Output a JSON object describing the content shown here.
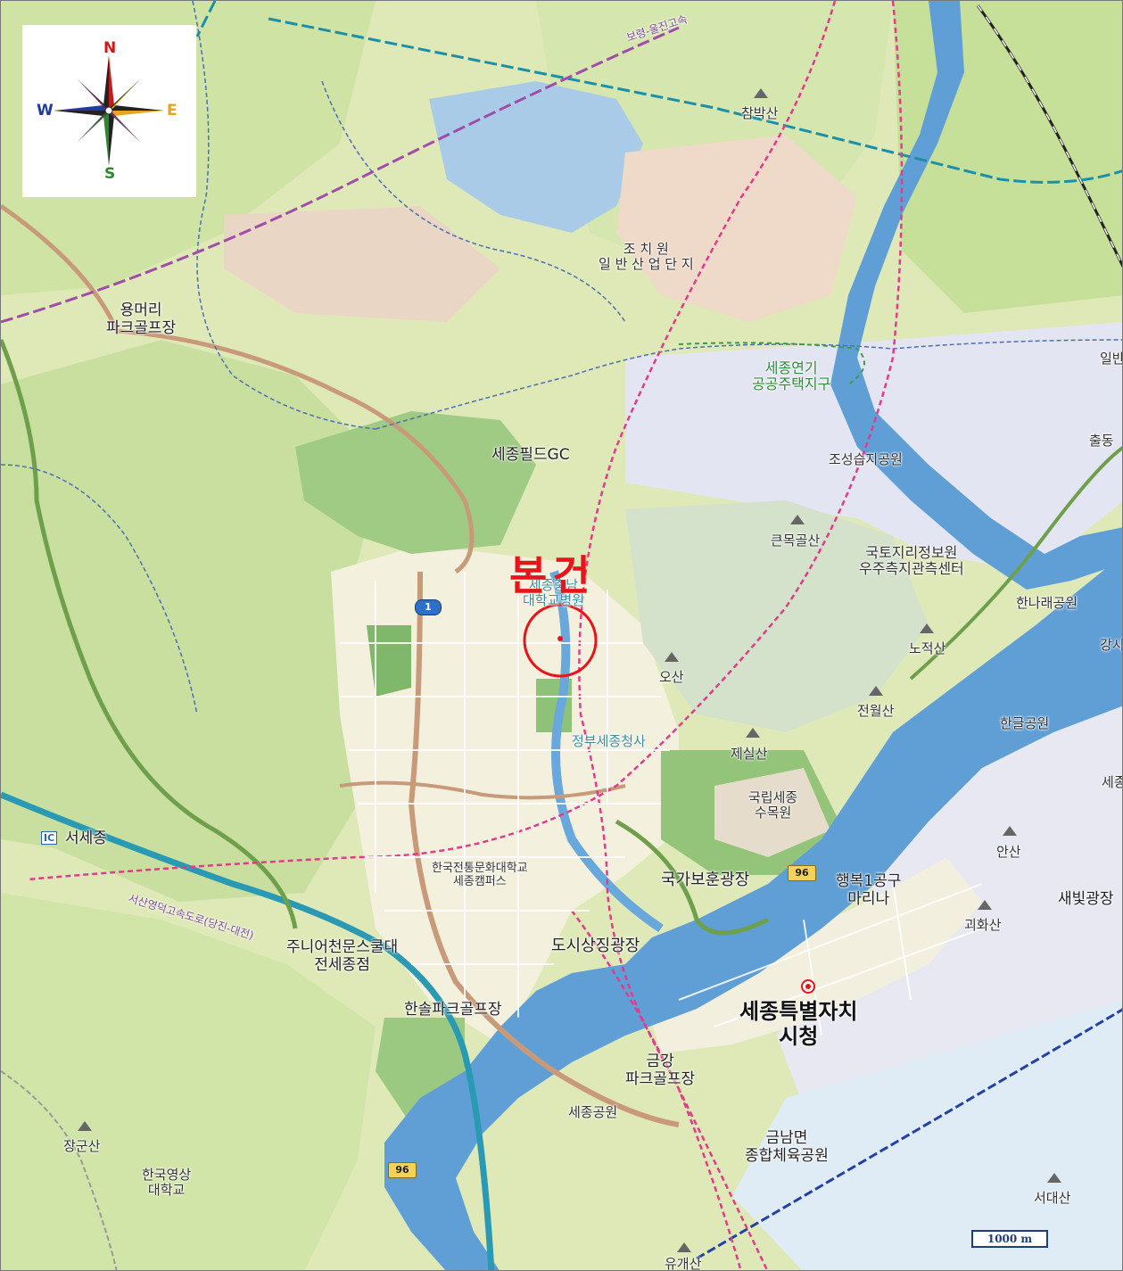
{
  "compass": {
    "north": "N",
    "south": "S",
    "east": "E",
    "west": "W"
  },
  "scale_bar": "1000 m",
  "target": {
    "label": "본건"
  },
  "labels": [
    {
      "id": "mt-chambaksan",
      "text": "참박산",
      "style": ""
    },
    {
      "id": "jochiwon-industrial",
      "text": "조 치 원\n일 반 산 업 단 지",
      "style": ""
    },
    {
      "id": "yongmeori-golf",
      "text": "용머리\n파크골프장",
      "style": "mid"
    },
    {
      "id": "sejong-yeongi-district",
      "text": "세종연기\n공공주택지구",
      "style": "green"
    },
    {
      "id": "sejong-field-gc",
      "text": "세종필드GC",
      "style": "mid"
    },
    {
      "id": "joseong-wetland",
      "text": "조성습지공원",
      "style": ""
    },
    {
      "id": "mt-keunmokgol",
      "text": "큰목골산",
      "style": ""
    },
    {
      "id": "ngii-center",
      "text": "국토지리정보원\n우주측지관측센터",
      "style": ""
    },
    {
      "id": "hanarae-park",
      "text": "한나래공원",
      "style": ""
    },
    {
      "id": "sejong-univ-hospital",
      "text": "세종충남\n대학교병원",
      "style": "teal"
    },
    {
      "id": "mt-osan",
      "text": "오산",
      "style": ""
    },
    {
      "id": "mt-nojeok",
      "text": "노적산",
      "style": ""
    },
    {
      "id": "mt-jeonwol",
      "text": "전월산",
      "style": ""
    },
    {
      "id": "hangeul-park",
      "text": "한글공원",
      "style": ""
    },
    {
      "id": "gov-complex",
      "text": "정부세종청사",
      "style": "teal"
    },
    {
      "id": "mt-jesil",
      "text": "제실산",
      "style": ""
    },
    {
      "id": "arboretum",
      "text": "국립세종\n수목원",
      "style": ""
    },
    {
      "id": "ic-seosejong",
      "text": "서세종",
      "style": "mid"
    },
    {
      "id": "kaas-univ",
      "text": "한국전통문화대학교\n세종캠퍼스",
      "style": ""
    },
    {
      "id": "veterans-plaza",
      "text": "국가보훈광장",
      "style": "mid"
    },
    {
      "id": "marina",
      "text": "행복1공구\n마리나",
      "style": "mid"
    },
    {
      "id": "mt-an",
      "text": "안산",
      "style": ""
    },
    {
      "id": "saebit-plaza",
      "text": "새빛광장",
      "style": "mid"
    },
    {
      "id": "expressway",
      "text": "서산영덕고속도로(당진-대전)",
      "style": "road"
    },
    {
      "id": "junior-astronomy",
      "text": "주니어천문스쿨대\n전세종점",
      "style": "mid"
    },
    {
      "id": "city-symbol-plaza",
      "text": "도시상징광장",
      "style": "mid"
    },
    {
      "id": "mt-goehwa",
      "text": "괴화산",
      "style": ""
    },
    {
      "id": "hansol-golf",
      "text": "한솔파크골프장",
      "style": "mid"
    },
    {
      "id": "city-hall",
      "text": "세종특별자치\n시청",
      "style": "big"
    },
    {
      "id": "geumgang-golf",
      "text": "금강\n파크골프장",
      "style": "mid"
    },
    {
      "id": "sejong-park",
      "text": "세종공원",
      "style": ""
    },
    {
      "id": "geumnam-sports-park",
      "text": "금남면\n종합체육공원",
      "style": "mid"
    },
    {
      "id": "mt-janggun",
      "text": "장군산",
      "style": ""
    },
    {
      "id": "kaa-univ",
      "text": "한국영상\n대학교",
      "style": ""
    },
    {
      "id": "mt-seodae",
      "text": "서대산",
      "style": ""
    },
    {
      "id": "mt-yugae",
      "text": "유개산",
      "style": ""
    },
    {
      "id": "chuldong",
      "text": "출동",
      "style": ""
    },
    {
      "id": "ilban",
      "text": "일반",
      "style": ""
    },
    {
      "id": "gangsi",
      "text": "강시",
      "style": ""
    },
    {
      "id": "sejong-edge",
      "text": "세종",
      "style": ""
    },
    {
      "id": "boryeong-rail",
      "text": "보령-울진고속",
      "style": "road"
    }
  ],
  "shields": [
    {
      "id": "route-1",
      "text": "1"
    },
    {
      "id": "route-96-a",
      "text": "96"
    },
    {
      "id": "route-96-b",
      "text": "96"
    }
  ],
  "ic_badge": "IC"
}
